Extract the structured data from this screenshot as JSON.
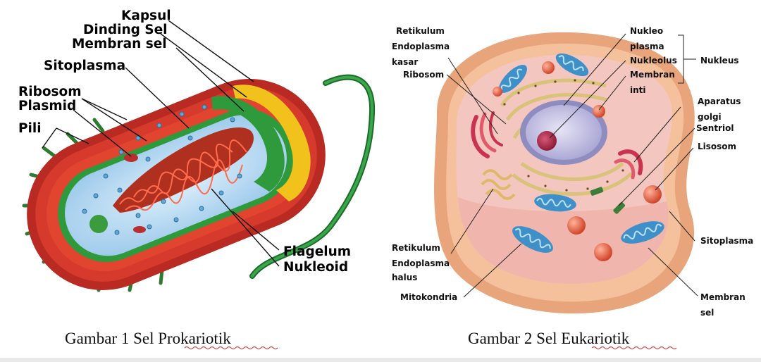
{
  "prokaryote": {
    "labels": {
      "kapsul": "Kapsul",
      "dinding_sel": "Dinding Sel",
      "membran_sel": "Membran sel",
      "sitoplasma": "Sitoplasma",
      "ribosom": "Ribosom",
      "plasmid": "Plasmid",
      "pili": "Pili",
      "flagelum": "Flagelum",
      "nukleoid": "Nukleoid"
    },
    "caption": {
      "prefix": "Gambar 1 Sel ",
      "word": "Prokariotik"
    }
  },
  "eukaryote": {
    "labels": {
      "re_kasar_1": "Retikulum",
      "re_kasar_2": "Endoplasma",
      "re_kasar_3": "kasar",
      "ribosom": "Ribosom",
      "nukleoplasma_1": "Nukleo",
      "nukleoplasma_2": "plasma",
      "nukleolus": "Nukleolus",
      "membran_inti_1": "Membran",
      "membran_inti_2": "inti",
      "nukleus": "Nukleus",
      "aparatus_1": "Aparatus",
      "aparatus_2": "golgi",
      "sentriol": "Sentriol",
      "lisosom": "Lisosom",
      "sitoplasma": "Sitoplasma",
      "re_halus_1": "Retikulum",
      "re_halus_2": "Endoplasma",
      "re_halus_3": "halus",
      "mitokondria": "Mitokondria",
      "membran_sel_1": "Membran",
      "membran_sel_2": "sel"
    },
    "caption": {
      "prefix": "Gambar 2  Sel ",
      "word": "Eukariotik"
    }
  },
  "colors": {
    "capsule": "#b82a22",
    "cell_wall": "#f0c21b",
    "membrane": "#2f9a3c",
    "cytoplasm": "#bfe0f5",
    "nucleoid": "#a8261f",
    "euk_outer": "#f2b38a",
    "euk_cytoplasm": "#f4c6c0",
    "mitochondria": "#3f8fc8",
    "nucleus": "#9a98c8"
  }
}
